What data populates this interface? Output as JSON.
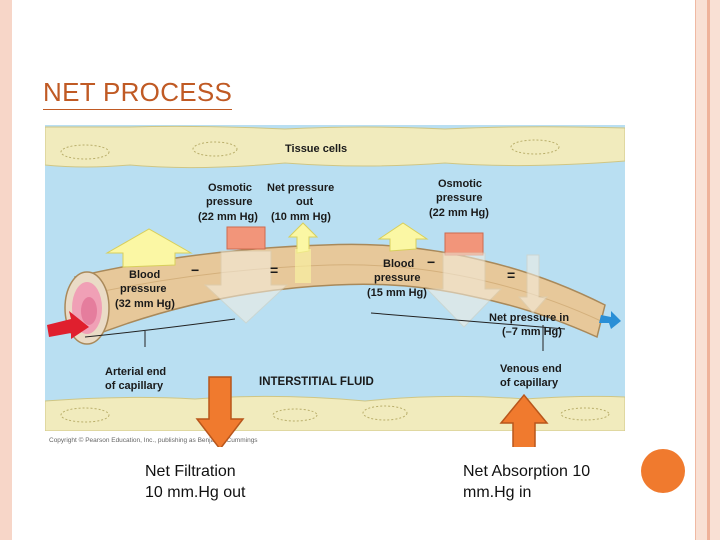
{
  "slide": {
    "title": "NET PROCESS",
    "left_caption_line1": "Net Filtration",
    "left_caption_line2": "10 mm.Hg out",
    "right_caption_line1": "Net Absorption 10",
    "right_caption_line2": "mm.Hg in"
  },
  "diagram": {
    "tissue_cells": "Tissue cells",
    "osmotic_left": [
      "Osmotic",
      "pressure",
      "(22 mm Hg)"
    ],
    "net_out": [
      "Net pressure",
      "out",
      "(10 mm Hg)"
    ],
    "osmotic_right": [
      "Osmotic",
      "pressure",
      "(22 mm Hg)"
    ],
    "blood_left": [
      "Blood",
      "pressure",
      "(32 mm Hg)"
    ],
    "blood_mid": [
      "Blood",
      "pressure",
      "(15 mm Hg)"
    ],
    "net_in": [
      "Net pressure in",
      "(–7 mm Hg)"
    ],
    "arterial": [
      "Arterial end",
      "of capillary"
    ],
    "venous": [
      "Venous end",
      "of capillary"
    ],
    "interstitial": "INTERSTITIAL FLUID",
    "sign_minus": "−",
    "sign_equals": "=",
    "copyright": "Copyright © Pearson Education, Inc., publishing as Benjamin Cummings"
  },
  "colors": {
    "accent": "#f07a2e",
    "title": "#c05a24",
    "fluid": "#b9dff2",
    "vessel": "#e7c89a",
    "osmotic_box": "#f2957a",
    "arrow_yellow": "#fbf7a4"
  }
}
